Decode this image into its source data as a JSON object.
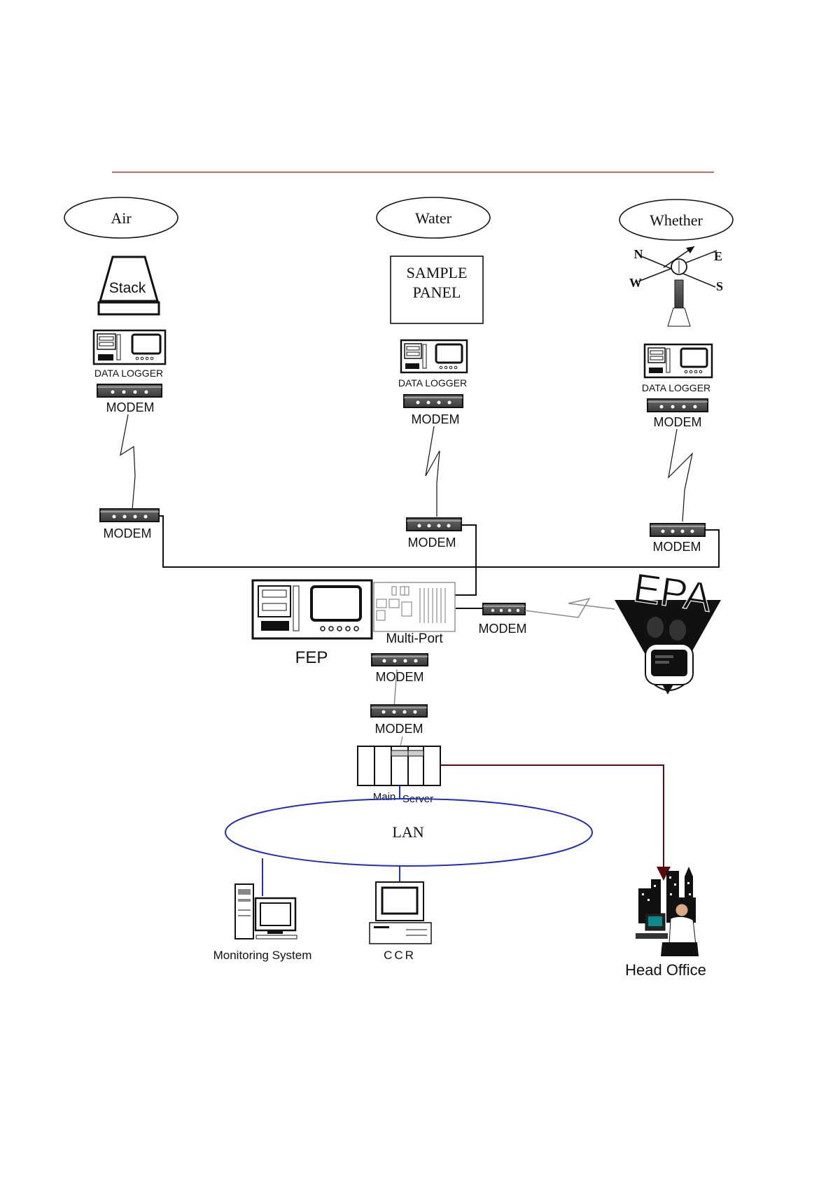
{
  "categories": {
    "air": "Air",
    "water": "Water",
    "weather": "Whether"
  },
  "air": {
    "stack": "Stack",
    "logger": "DATA LOGGER",
    "modem_top": "MODEM",
    "modem_bottom": "MODEM"
  },
  "water": {
    "panel_line1": "SAMPLE",
    "panel_line2": "PANEL",
    "logger": "DATA LOGGER",
    "modem_top": "MODEM",
    "modem_bottom": "MODEM"
  },
  "weather": {
    "north": "N",
    "east": "E",
    "west": "W",
    "south": "S",
    "logger": "DATA LOGGER",
    "modem_top": "MODEM",
    "modem_bottom": "MODEM"
  },
  "center": {
    "fep": "FEP",
    "multiport": "Multi-Port",
    "modem_epa": "MODEM",
    "epa": "EPA",
    "modem_fep": "MODEM",
    "modem_server": "MODEM",
    "server_main": "Main",
    "server_server": "Server",
    "lan": "LAN",
    "monitoring": "Monitoring System",
    "ccr": "CCR",
    "head_office": "Head Office"
  },
  "colors": {
    "rule": "#c0392b",
    "lan": "#1f2fb8",
    "link": "#5a0a0a",
    "wire": "#111111"
  }
}
